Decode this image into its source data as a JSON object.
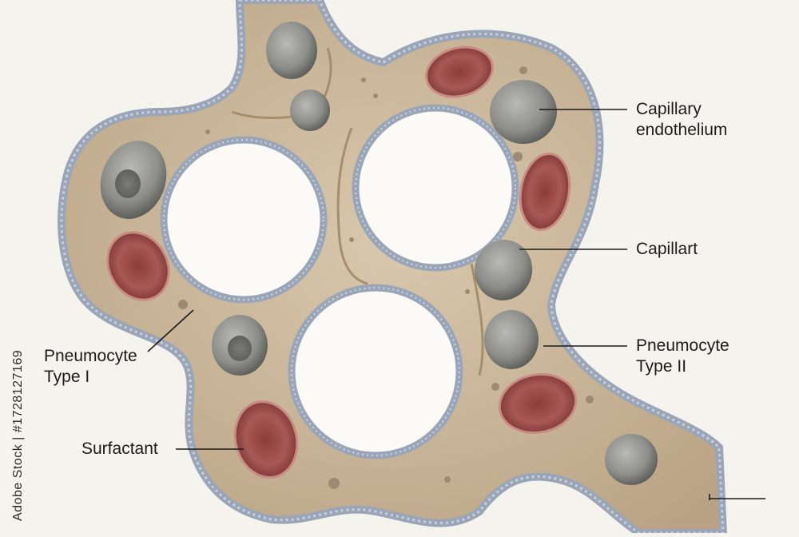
{
  "labels": {
    "capillary_endothelium": {
      "line1": "Capillary",
      "line2": "endothelium"
    },
    "capillart": {
      "line1": "Capillart"
    },
    "pneumocyte_type_ii": {
      "line1": "Pneumocyte",
      "line2": "Type II"
    },
    "pneumocyte_type_i": {
      "line1": "Pneumocyte",
      "line2": "Type I"
    },
    "surfactant": {
      "line1": "Surfactant"
    }
  },
  "side_watermark": "Adobe Stock | #1728127169",
  "colors": {
    "background": "#f5f3ee",
    "tissue": "#cdb89c",
    "membrane": "#a9b4c4",
    "red_cell": "#a5504e",
    "gray_cell": "#8f8f8c",
    "leader_line": "#1c1c1c"
  }
}
